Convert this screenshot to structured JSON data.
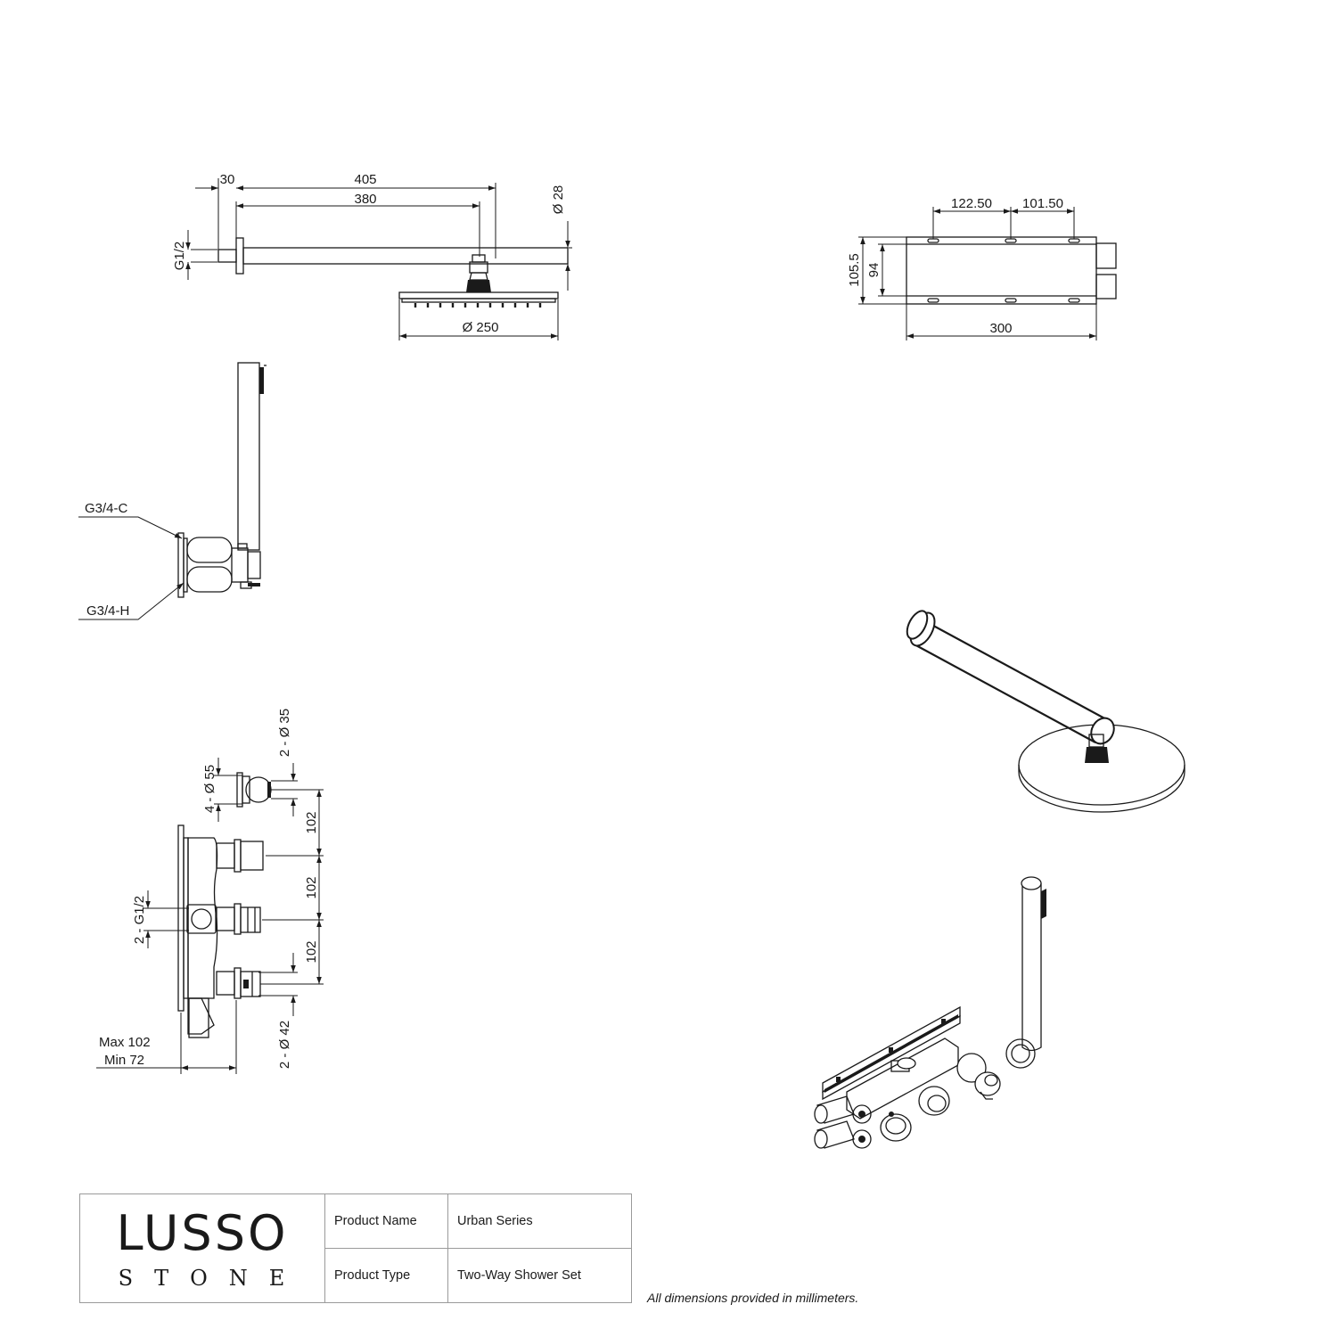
{
  "rain_shower_arm": {
    "dim_overall": "405",
    "dim_arm": "380",
    "dim_flange": "30",
    "thread": "G1/2",
    "arm_dia": "Ø 28",
    "head_dia": "Ø 250"
  },
  "valve_box": {
    "dim_left": "122.50",
    "dim_right": "101.50",
    "height_outer": "105.5",
    "height_inner": "94",
    "width": "300"
  },
  "hand_shower": {
    "cold_inlet": "G3/4-C",
    "hot_inlet": "G3/4-H"
  },
  "valve_side": {
    "outlet_dia": "2 - Ø 35",
    "flange_dia": "4 - Ø 55",
    "spacing": "102",
    "outlets_thread": "2 - G1/2",
    "handle_dia": "2 - Ø 42",
    "depth_max": "Max 102",
    "depth_min": "Min 72"
  },
  "title_block": {
    "logo_main": "LUSSO",
    "logo_sub": "STONE",
    "product_name_label": "Product Name",
    "product_name_value": "Urban Series",
    "product_type_label": "Product Type",
    "product_type_value": "Two-Way Shower Set"
  },
  "footnote": "All dimensions provided in millimeters."
}
